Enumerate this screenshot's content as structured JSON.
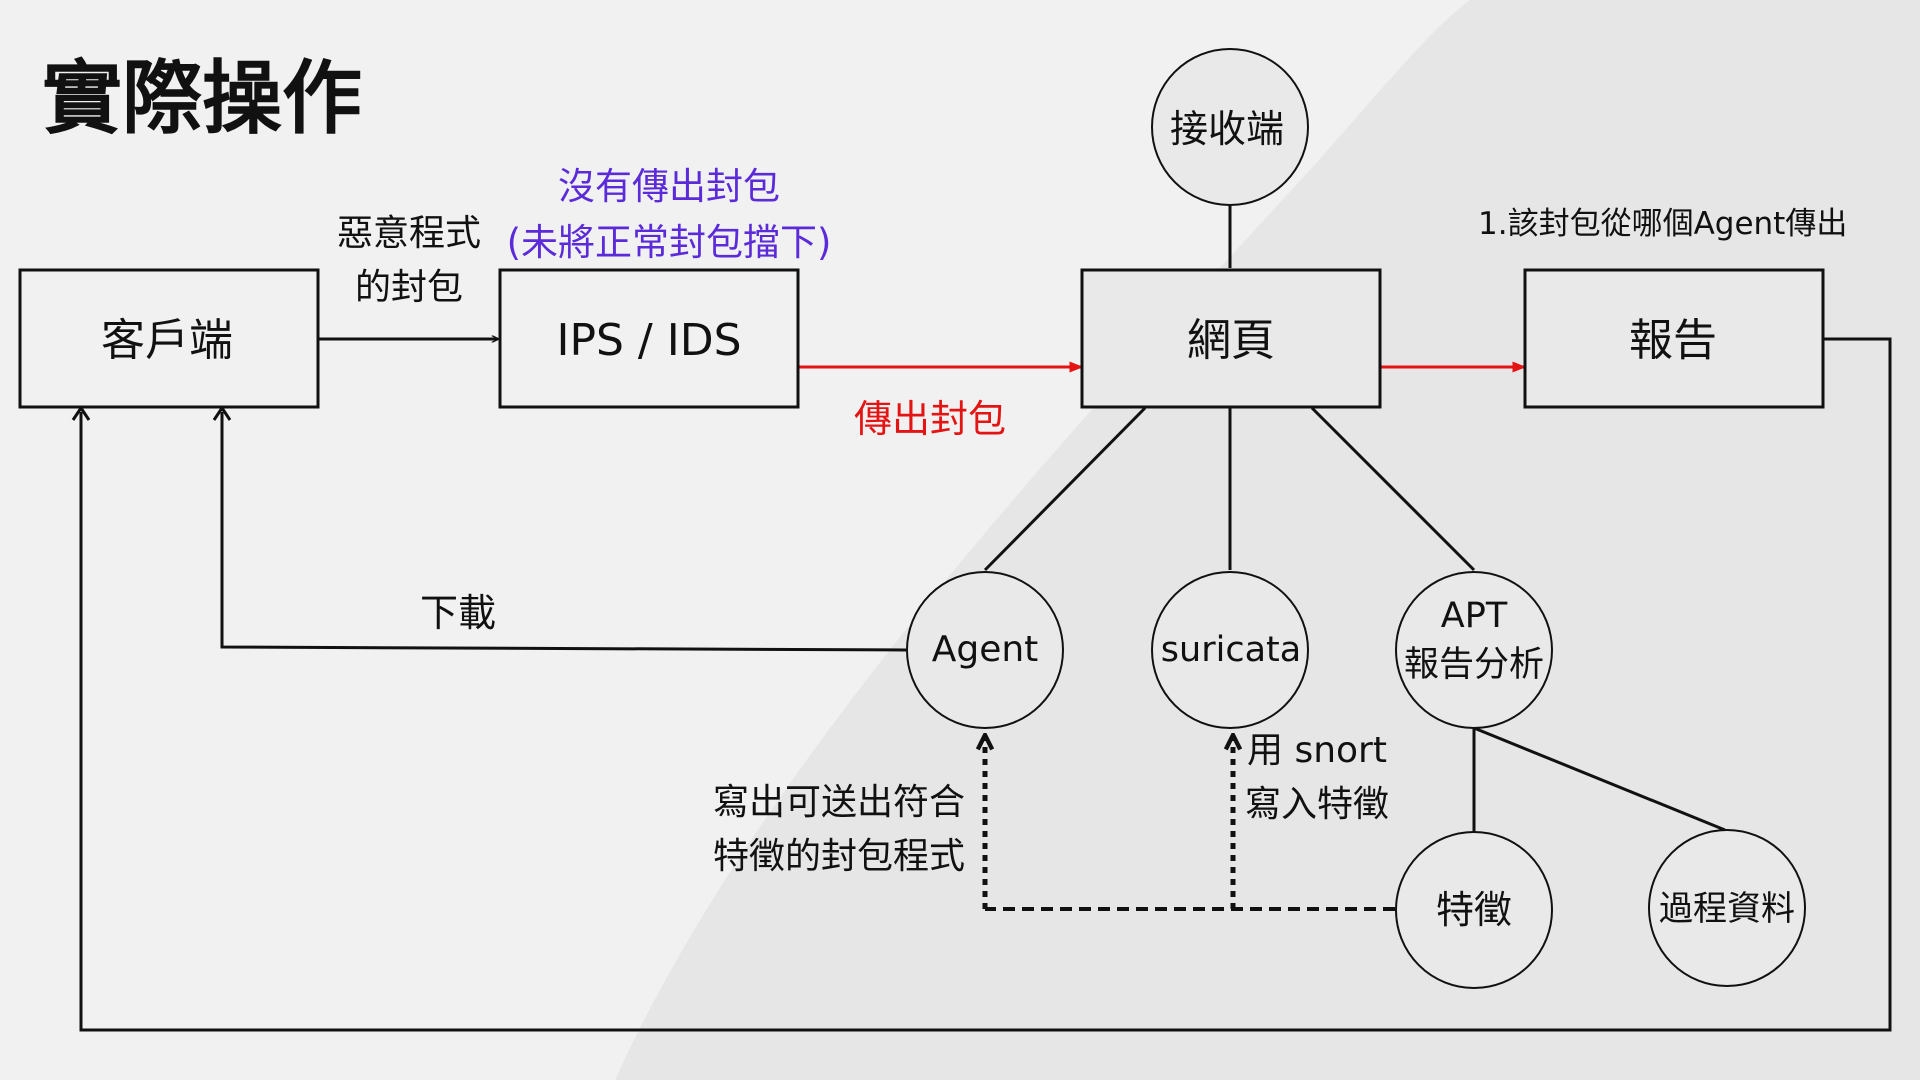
{
  "title": "實際操作",
  "colors": {
    "background": "#f1f1f1",
    "shape": "#e6e6e6",
    "line": "#111111",
    "red_flow": "#e41414",
    "purple_note": "#5b2bd9"
  },
  "nodes": {
    "client": "客戶端",
    "ips_ids": "IPS / IDS",
    "webpage": "網頁",
    "report": "報告",
    "receiver": "接收端",
    "agent": "Agent",
    "suricata": "suricata",
    "apt_line1": "APT",
    "apt_line2": "報告分析",
    "features": "特徵",
    "process_data": "過程資料"
  },
  "labels": {
    "malware_line1": "惡意程式",
    "malware_line2": "的封包",
    "no_send_line1": "沒有傳出封包",
    "no_send_line2": "(未將正常封包擋下)",
    "send_packet": "傳出封包",
    "which_agent": "1.該封包從哪個Agent傳出",
    "download": "下載",
    "snort_line1": "用 snort",
    "snort_line2": "寫入特徵",
    "write_prog_line1": "寫出可送出符合",
    "write_prog_line2": "特徵的封包程式"
  }
}
